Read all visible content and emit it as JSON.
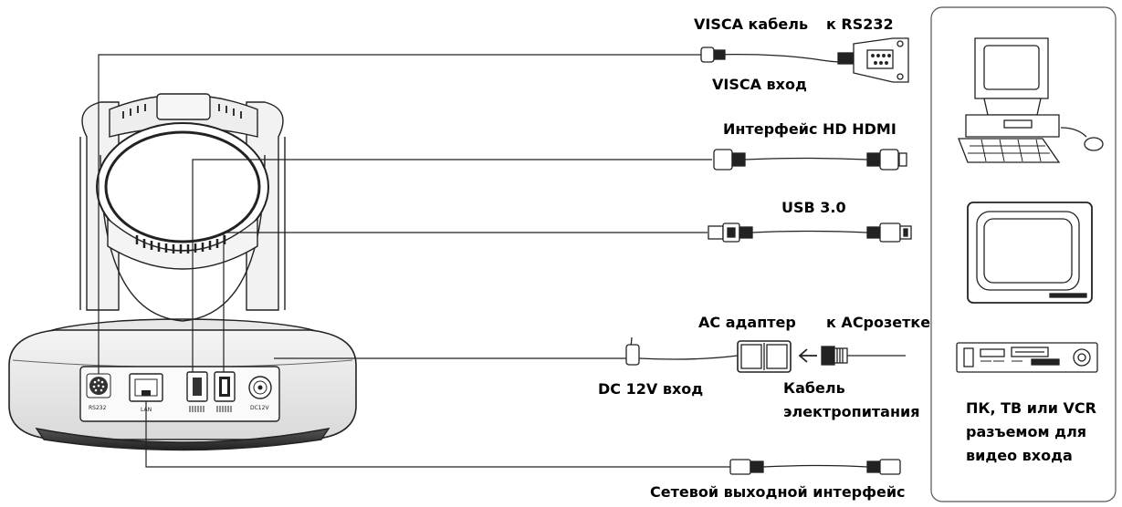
{
  "labels": {
    "visca_cable": "VISCA кабель",
    "to_rs232": "к RS232",
    "visca_input": "VISCA вход",
    "hdmi": "Интерфейс HD HDMI",
    "usb": "USB 3.0",
    "ac_adapter": "AC адаптер",
    "to_ac_outlet": "к ACрозетке",
    "dc_input": "DC 12V вход",
    "power_cable_line1": "Кабель",
    "power_cable_line2": "электропитания",
    "network": "Сетевой выходной интерфейс"
  },
  "equipment": {
    "line1": "ПК, ТВ или VCR",
    "line2": "разъемом для",
    "line3": "видео входа"
  },
  "ports": {
    "rs232": "RS232",
    "lan": "LAN",
    "dc12v": "DC12V"
  }
}
